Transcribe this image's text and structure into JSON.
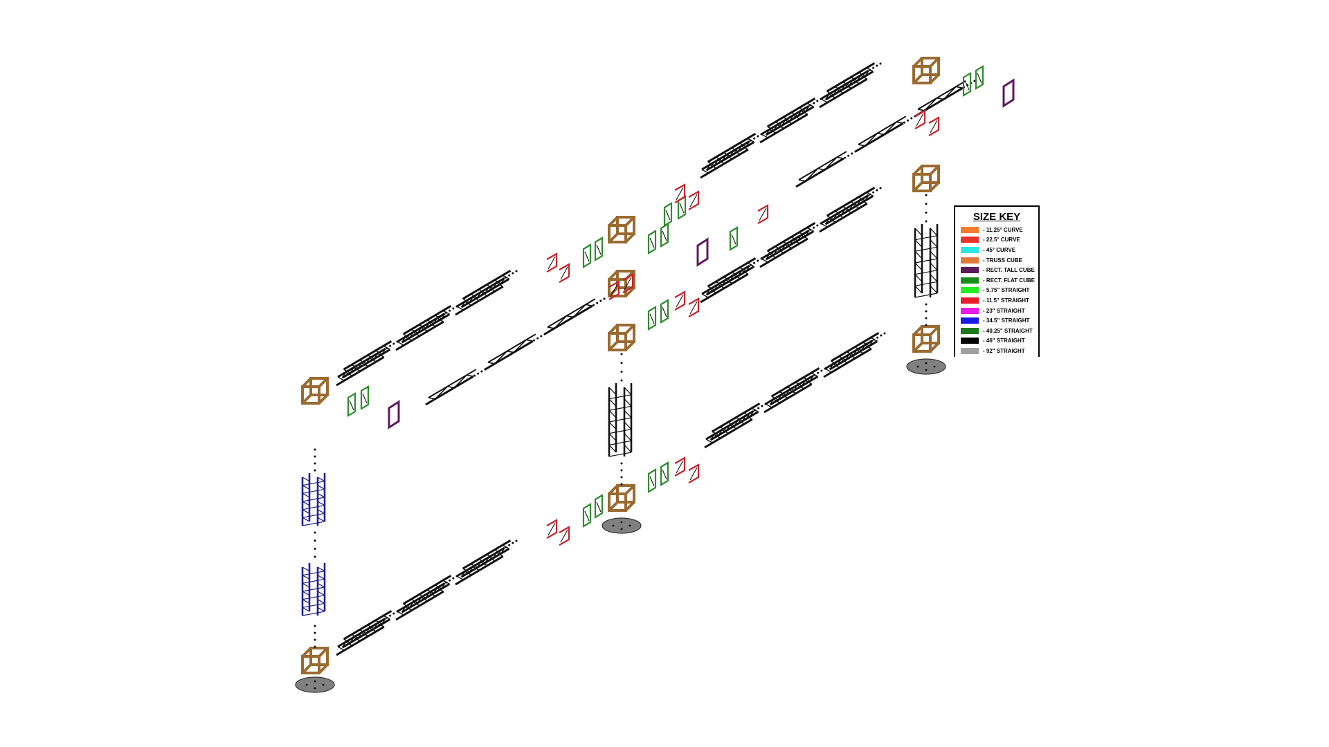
{
  "size_key": {
    "title": "SIZE KEY",
    "items": [
      {
        "label": "- 11.25° CURVE",
        "color": "#F47B2A"
      },
      {
        "label": "- 22.5° CURVE",
        "color": "#E8332A"
      },
      {
        "label": "- 45° CURVE",
        "color": "#2CE6E6"
      },
      {
        "label": "- TRUSS CUBE",
        "color": "#E07A3A"
      },
      {
        "label": "- RECT. TALL CUBE",
        "color": "#5C1A5C"
      },
      {
        "label": "- RECT. FLAT CUBE",
        "color": "#1A8C1A"
      },
      {
        "label": "- 5.75\" STRAIGHT",
        "color": "#22EE22"
      },
      {
        "label": "- 11.5\" STRAIGHT",
        "color": "#E81C2C"
      },
      {
        "label": "- 23\" STRAIGHT",
        "color": "#E61CE6"
      },
      {
        "label": "- 34.5\" STRAIGHT",
        "color": "#1A1AE6"
      },
      {
        "label": "- 40.25\" STRAIGHT",
        "color": "#1A7A1A"
      },
      {
        "label": "- 46\" STRAIGHT",
        "color": "#000000"
      },
      {
        "label": "- 92\" STRAIGHT",
        "color": "#A0A0A0"
      }
    ]
  },
  "colors": {
    "cube": "#9A6A30",
    "truss_black": "#111111",
    "truss_blue": "#1E1E8C",
    "base_plate": "#808080",
    "rect_flat": "#2E8B2E",
    "rect_tall": "#5C1A5C",
    "curve_red": "#C8202A"
  }
}
